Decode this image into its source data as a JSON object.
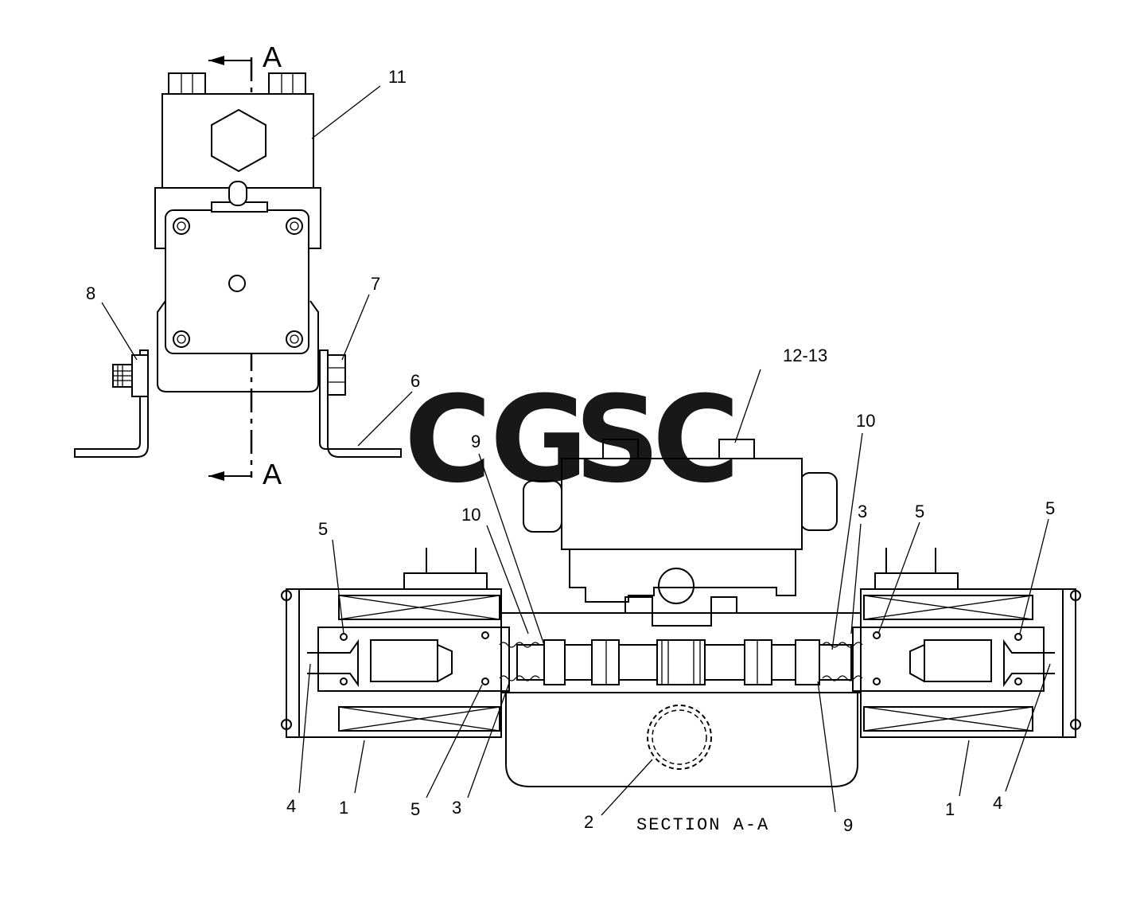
{
  "watermark": {
    "letters": [
      {
        "char": "C",
        "color": "#6ea6f5"
      },
      {
        "char": "G",
        "color": "#f0857a"
      },
      {
        "char": "S",
        "color": "#f7d65a"
      },
      {
        "char": "C",
        "color": "#5cb585"
      }
    ]
  },
  "section_marks": {
    "top": "A",
    "bottom": "A"
  },
  "section_title": "SECTION A-A",
  "callouts": {
    "top_view": [
      "11",
      "8",
      "7",
      "6"
    ],
    "section": [
      "12-13",
      "10",
      "9",
      "10",
      "3",
      "5",
      "5",
      "5",
      "4",
      "1",
      "5",
      "3",
      "2",
      "9",
      "1",
      "4"
    ]
  }
}
